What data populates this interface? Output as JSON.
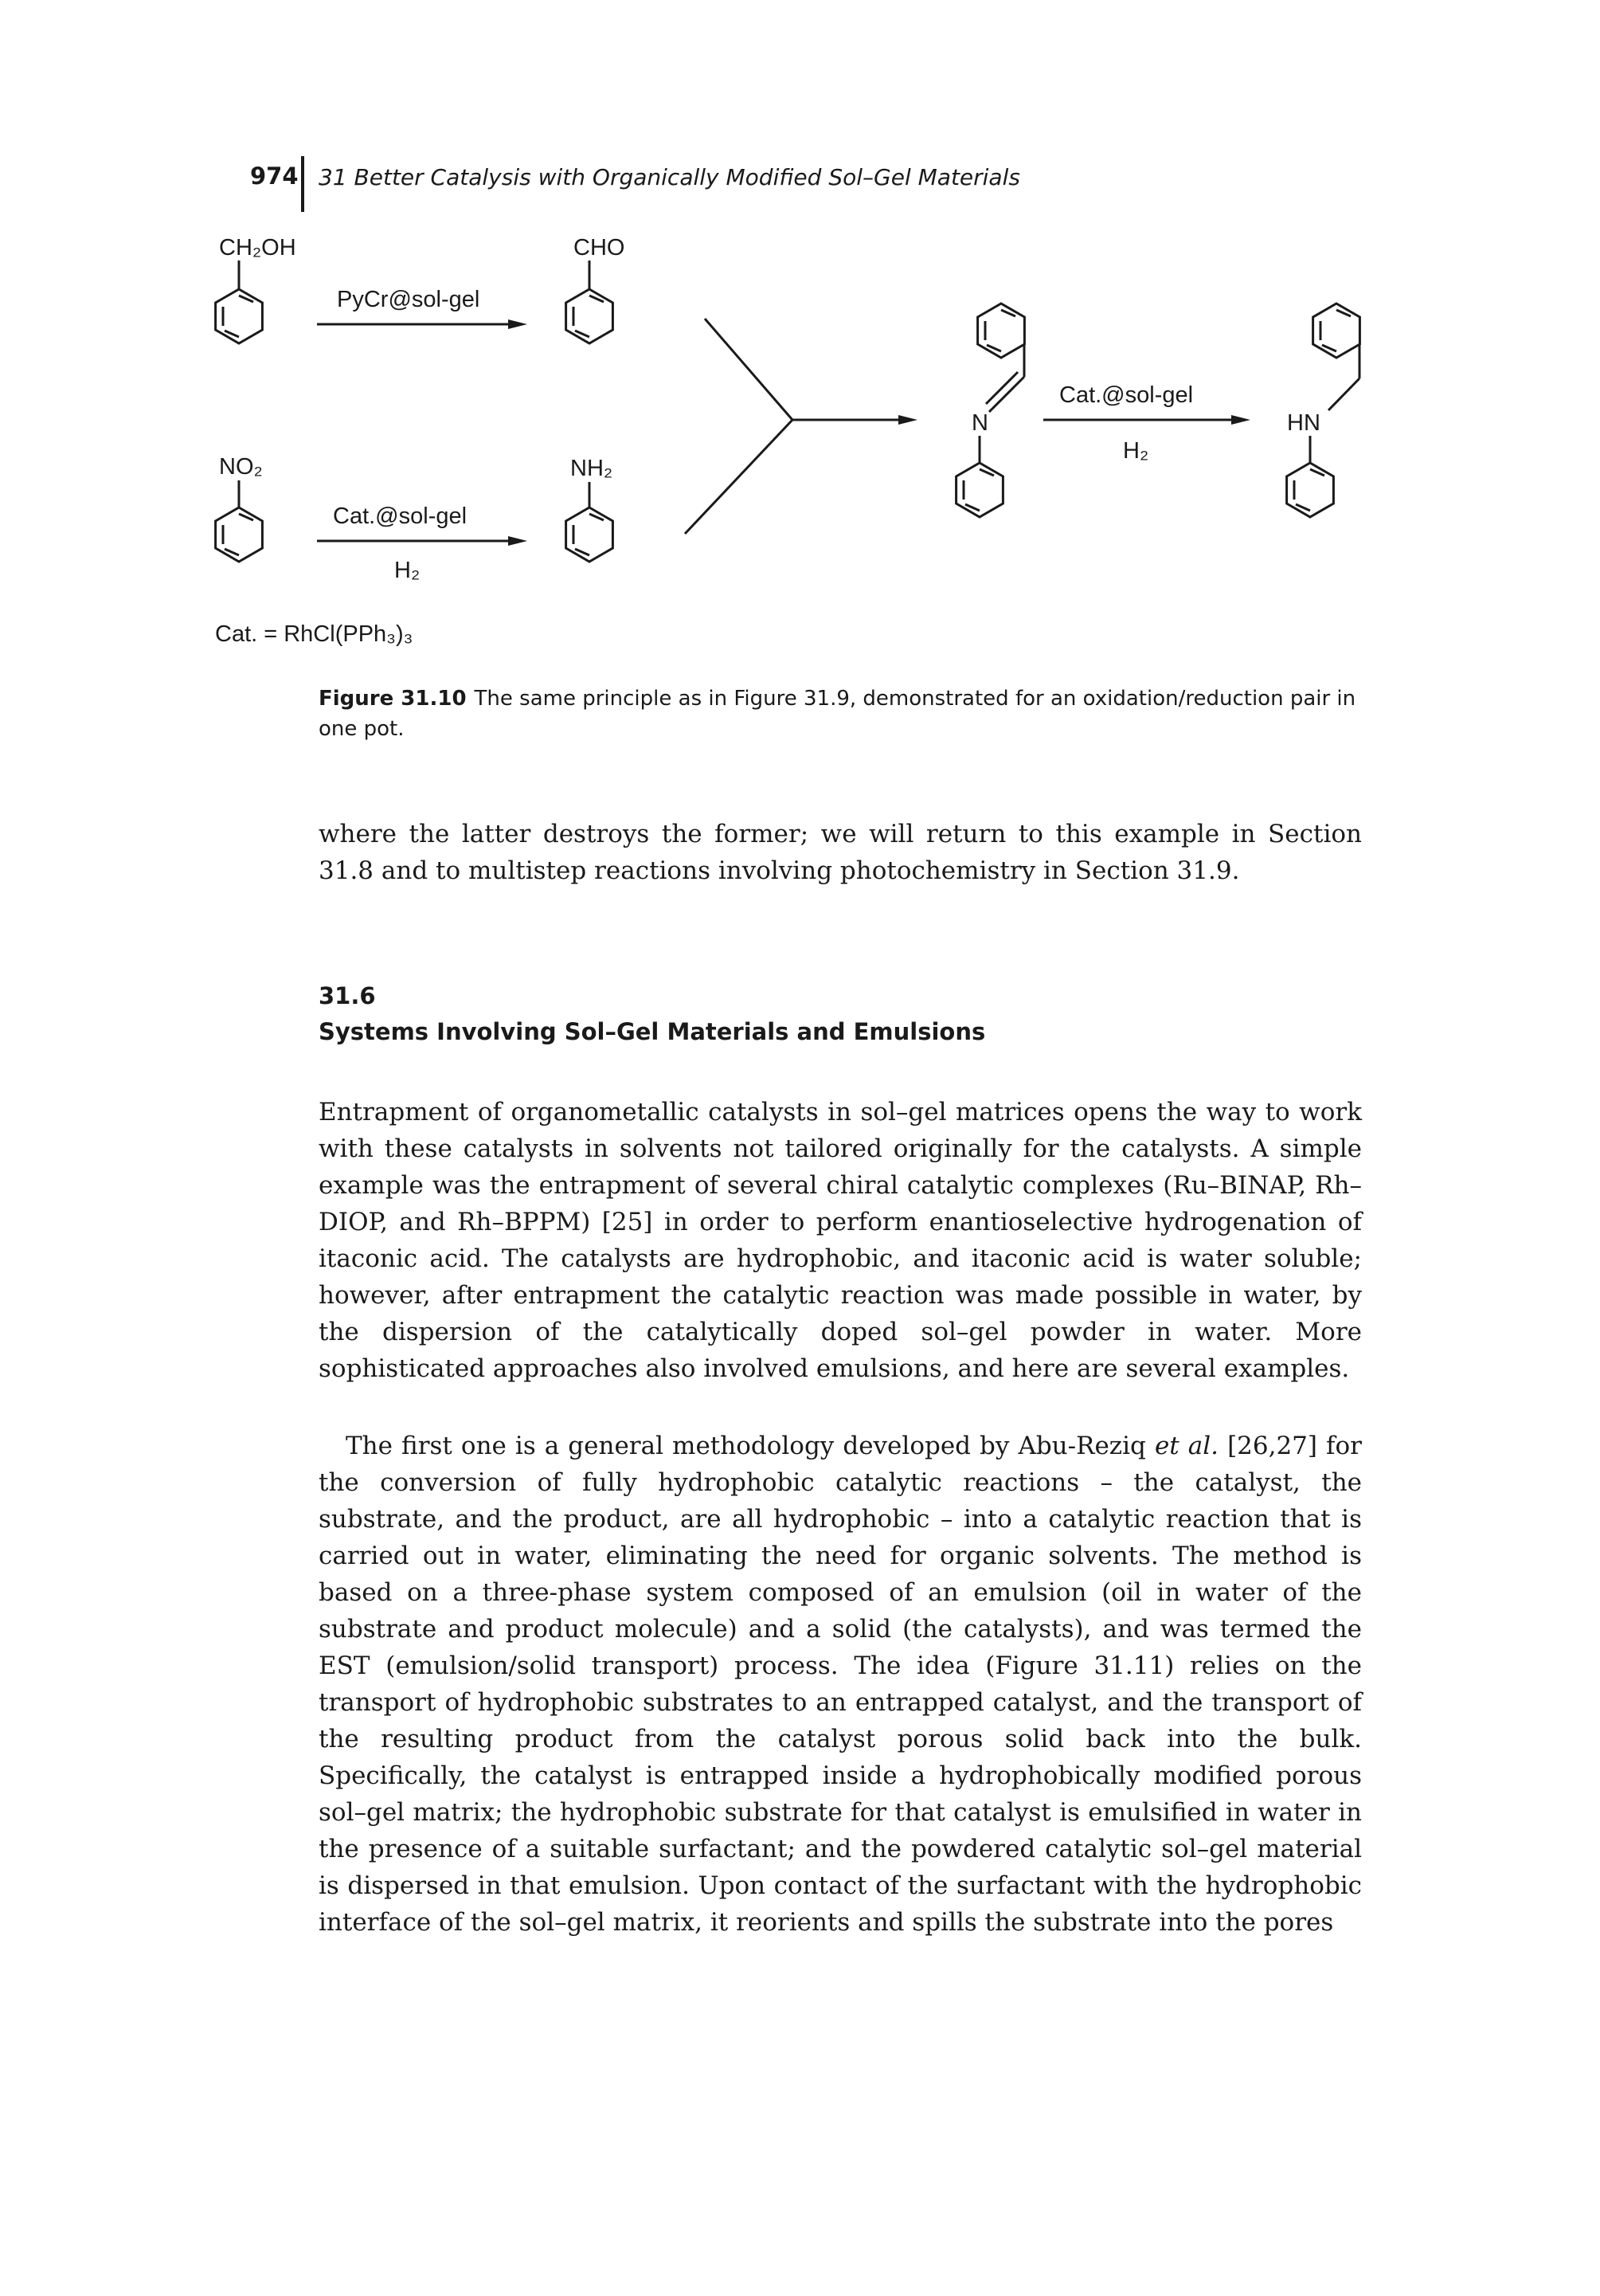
{
  "header": {
    "page_number": "974",
    "running_title": "31 Better Catalysis with Organically Modified Sol–Gel Materials"
  },
  "scheme": {
    "benzyl_alcohol_group": "CH₂OH",
    "benzaldehyde_group": "CHO",
    "nitro_group": "NO₂",
    "amine_group": "NH₂",
    "imine_n": "N",
    "amine_hn": "HN",
    "oxidation_reagent": "PyCr@sol-gel",
    "reduction_reagent_top": "Cat.@sol-gel",
    "reduction_reagent_bottom": "H₂",
    "imine_reduction_reagent_top": "Cat.@sol-gel",
    "imine_reduction_reagent_bottom": "H₂",
    "catalyst_definition": "Cat. = RhCl(PPh₃)₃"
  },
  "figure": {
    "label": "Figure 31.10",
    "caption": "The same principle as in Figure 31.9, demonstrated for an oxidation/reduction pair in one pot."
  },
  "continued_paragraph": "where the latter destroys the former; we will return to this example in Section 31.8 and to multistep reactions involving photochemistry in Section 31.9.",
  "section": {
    "number": "31.6",
    "title": "Systems Involving Sol–Gel Materials and Emulsions"
  },
  "paragraph_1": "Entrapment of organometallic catalysts in sol–gel matrices opens the way to work with these catalysts in solvents not tailored originally for the catalysts. A simple example was the entrapment of several chiral catalytic complexes (Ru–BINAP, Rh–DIOP, and Rh–BPPM) [25] in order to perform enantioselective hydrogenation of itaconic acid. The catalysts are hydrophobic, and itaconic acid is water soluble; however, after entrapment the catalytic reaction was made possible in water, by the dispersion of the catalytically doped sol–gel powder in water. More sophisticated approaches also involved emulsions, and here are several examples.",
  "paragraph_2": {
    "before_italic": "The first one is a general methodology developed by Abu-Reziq ",
    "italic": "et al.",
    "after_italic": " [26,27] for the conversion of fully hydrophobic catalytic reactions – the catalyst, the substrate, and the product, are all hydrophobic – into a catalytic reaction that is carried out in water, eliminating the need for organic solvents. The method is based on a three-phase system composed of an emulsion (oil in water of the substrate and product molecule) and a solid (the catalysts), and was termed the EST (emulsion/solid transport) process. The idea (Figure 31.11) relies on the transport of hydrophobic substrates to an entrapped catalyst, and the transport of the resulting product from the catalyst porous solid back into the bulk. Specifically, the catalyst is entrapped inside a hydrophobically modified porous sol–gel matrix; the hydrophobic substrate for that catalyst is emulsified in water in the presence of a suitable surfactant; and the powdered catalytic sol–gel material is dispersed in that emulsion. Upon contact of the surfactant with the hydrophobic interface of the sol–gel matrix, it reorients and spills the substrate into the pores"
  }
}
